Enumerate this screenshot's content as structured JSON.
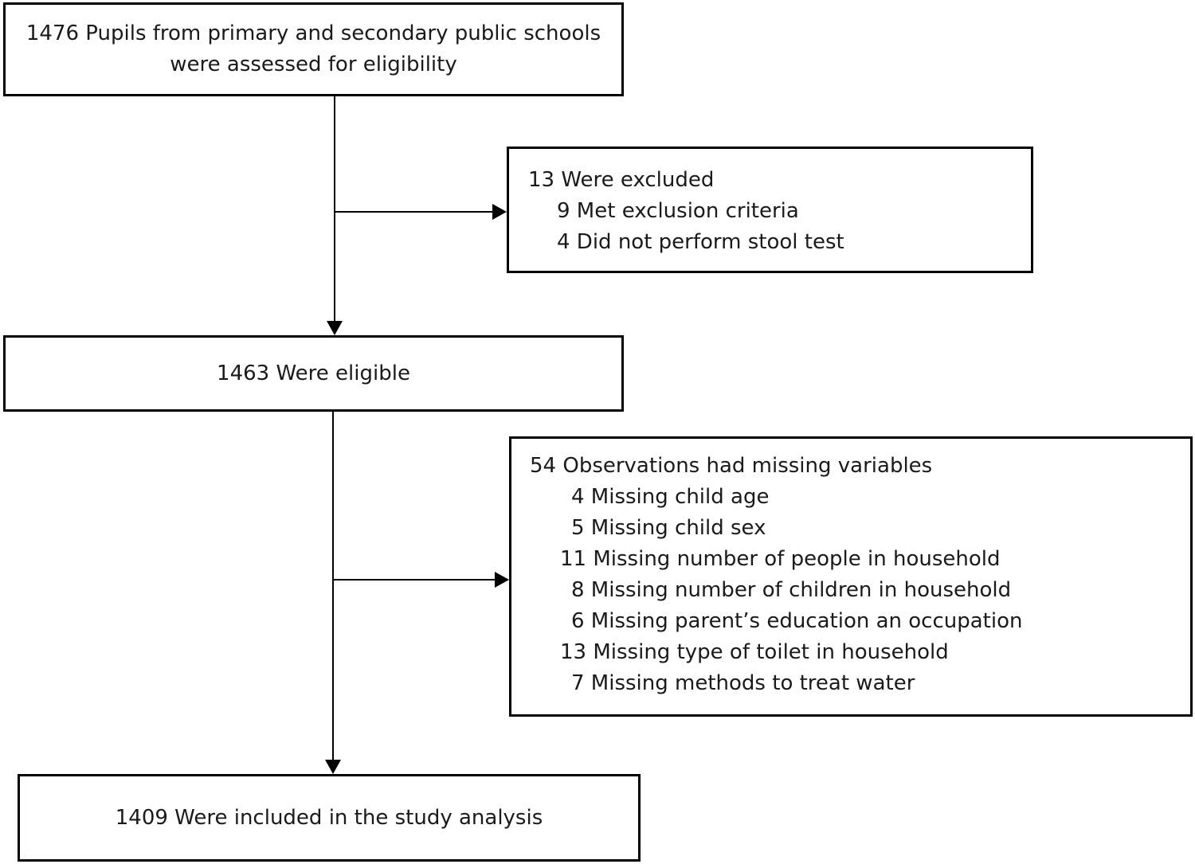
{
  "flowchart": {
    "assessed": {
      "lines": [
        "1476 Pupils from primary and secondary public schools",
        "were assessed for eligibility"
      ]
    },
    "excluded": {
      "heading": "13 Were excluded",
      "items": [
        "9 Met exclusion criteria",
        "4 Did not perform stool test"
      ]
    },
    "eligible": {
      "label": "1463 Were eligible"
    },
    "missing": {
      "heading": "54 Observations had missing variables",
      "items": [
        "4 Missing child age",
        "5 Missing child sex",
        "11 Missing number of people in household",
        "8 Missing number of children in household",
        "6 Missing parent’s education an occupation",
        "13 Missing type of toilet in household",
        "7 Missing methods to treat water"
      ]
    },
    "included": {
      "label": "1409 Were included in the study analysis"
    }
  }
}
